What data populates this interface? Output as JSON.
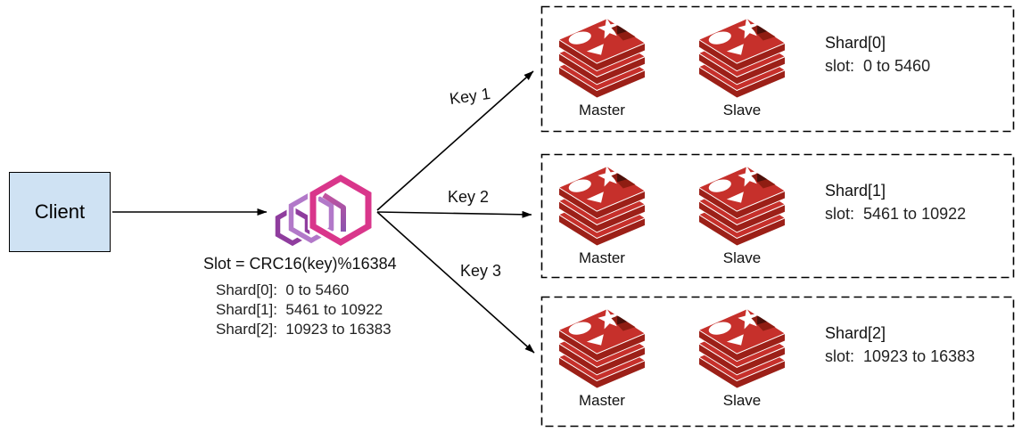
{
  "client": {
    "label": "Client"
  },
  "router": {
    "formula": "Slot = CRC16(key)%16384",
    "mapping": [
      "Shard[0]:  0 to 5460",
      "Shard[1]:  5461 to 10922",
      "Shard[2]:  10923 to 16383"
    ]
  },
  "keys": [
    {
      "label": "Key 1"
    },
    {
      "label": "Key 2"
    },
    {
      "label": "Key 3"
    }
  ],
  "shards": [
    {
      "name": "Shard[0]",
      "slot": "slot:  0 to 5460",
      "nodes": [
        {
          "role": "Master"
        },
        {
          "role": "Slave"
        }
      ]
    },
    {
      "name": "Shard[1]",
      "slot": "slot:  5461 to 10922",
      "nodes": [
        {
          "role": "Master"
        },
        {
          "role": "Slave"
        }
      ]
    },
    {
      "name": "Shard[2]",
      "slot": "slot:  10923 to 16383",
      "nodes": [
        {
          "role": "Master"
        },
        {
          "role": "Slave"
        }
      ]
    }
  ],
  "icons": {
    "cluster": "hexagon-cluster-icon",
    "database": "redis-database-icon"
  },
  "colors": {
    "client_fill": "#cfe2f3",
    "outline": "#000000",
    "redis_red": "#c6302b",
    "redis_dark": "#9c2018",
    "redis_hole": "#8f1d12",
    "redis_hole_tri": "#4c100a",
    "hex_pink": "#d9368b",
    "hex_mid_purple": "#b279c9",
    "hex_dark_purple": "#8f3d9e",
    "text": "#1a1a1a"
  }
}
